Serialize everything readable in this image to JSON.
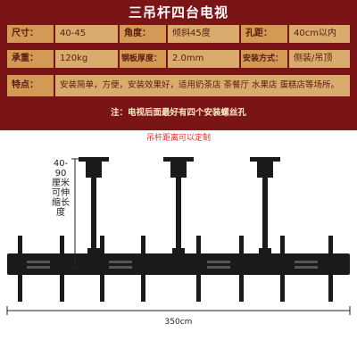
{
  "title": "三吊杆四台电视",
  "specs": {
    "size_label": "尺寸：",
    "size_value": "40-45",
    "angle_label": "角度：",
    "angle_value": "倾斜45度",
    "hole_label": "孔距：",
    "hole_value": "40cm以内",
    "load_label": "承重：",
    "load_value": "120kg",
    "plate_label": "钢板厚度：",
    "plate_value": "2.0mm",
    "install_label": "安装方式：",
    "install_value": "侧装/吊顶",
    "feature_label": "特点：",
    "feature_value": "安装简单，方便，安装效果好，适用奶茶店 茶餐厅 水果店 蛋糕店等场所。"
  },
  "note": "注：电视后面最好有四个安装螺丝孔",
  "custom_note": "吊杆距离可以定制",
  "diagram": {
    "height_label": "40-90厘米可伸缩长度",
    "width_label": "350cm"
  },
  "colors": {
    "header_bg": "#7a1416",
    "cell_bg": "#d9ab6d",
    "label_bg": "#d39a55",
    "custom_note": "#d8342b",
    "bracket": "#1a1a1a"
  }
}
